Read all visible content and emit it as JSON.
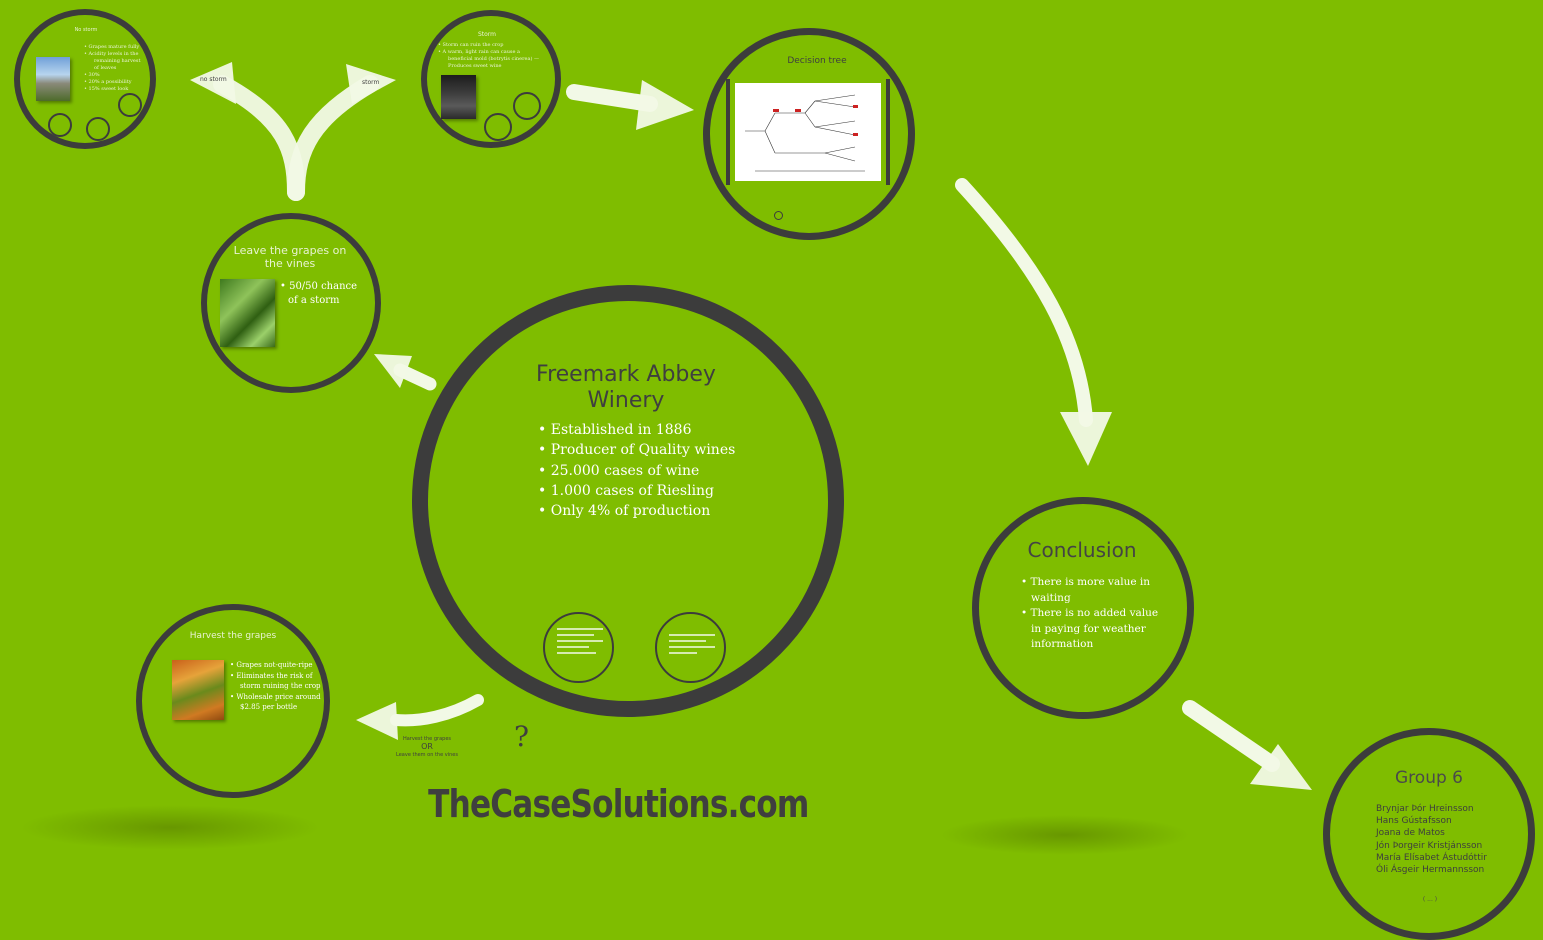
{
  "colors": {
    "background": "#7fbd00",
    "ring": "#3c3c3c",
    "arrow": "#f2f9e6",
    "title": "#3f3f3f",
    "text": "#ffffff"
  },
  "main": {
    "title_line1": "Freemark Abbey",
    "title_line2": "Winery",
    "bullets": [
      "Established in 1886",
      "Producer of Quality wines",
      "25.000 cases of wine",
      "1.000 cases of Riesling",
      "Only 4% of production"
    ]
  },
  "leave": {
    "title_line1": "Leave the grapes on",
    "title_line2": "the vines",
    "bullet1": "50/50 chance",
    "bullet2": "of a storm"
  },
  "harvest": {
    "title": "Harvest the grapes",
    "bullets": [
      "Grapes not-quite-ripe",
      "Eliminates the risk of storm ruining the crop",
      "Wholesale price around $2.85 per bottle"
    ]
  },
  "choice": {
    "line1": "Harvest the grapes",
    "line2": "OR",
    "line3": "Leave them on the vines",
    "question": "?"
  },
  "no_storm": {
    "title": "No storm",
    "bullets": [
      "Grapes mature fully",
      "Acidity levels in the remaining harvest of leaves",
      "30%",
      "20% a possibility",
      "15% sweet look"
    ],
    "branch": "no storm"
  },
  "storm": {
    "title": "Storm",
    "bullets": [
      "Storm can ruin the crop",
      "A warm, light rain can cause a beneficial mold (botrytis cinerea) — Produces sweet wine"
    ],
    "branch": "storm"
  },
  "decision_tree": {
    "title": "Decision tree"
  },
  "conclusion": {
    "title": "Conclusion",
    "bullets": [
      "There is more value in waiting",
      "There is no added value in paying for weather information"
    ]
  },
  "group": {
    "title": "Group 6",
    "members": [
      "Brynjar Þór Hreinsson",
      "Hans Gústafsson",
      "Joana de Matos",
      "Jón Þorgeir Kristjánsson",
      "María Elísabet Ástudóttir",
      "Óli Ásgeir Hermannsson"
    ],
    "footer": "( ... )"
  },
  "watermark": "TheCaseSolutions.com"
}
